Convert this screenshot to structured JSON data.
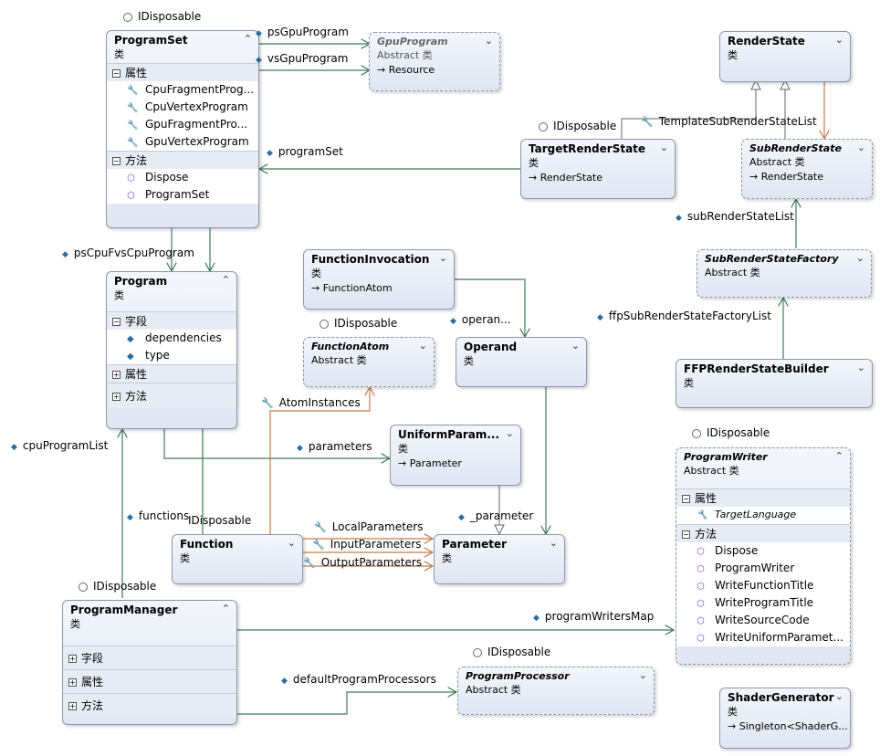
{
  "interface_label": "IDisposable",
  "classes": {
    "program_set": {
      "name": "ProgramSet",
      "stereotype": "类",
      "properties_header": "属性",
      "properties": [
        "CpuFragmentProg...",
        "CpuVertexProgram",
        "GpuFragmentPro...",
        "GpuVertexProgram"
      ],
      "methods_header": "方法",
      "methods": [
        "Dispose",
        "ProgramSet"
      ]
    },
    "gpu_program": {
      "name": "GpuProgram",
      "stereotype": "Abstract 类",
      "base": "Resource"
    },
    "render_state": {
      "name": "RenderState",
      "stereotype": "类"
    },
    "target_render_state": {
      "name": "TargetRenderState",
      "stereotype": "类",
      "base": "RenderState"
    },
    "sub_render_state": {
      "name": "SubRenderState",
      "stereotype": "Abstract 类",
      "base": "RenderState"
    },
    "sub_render_state_factory": {
      "name": "SubRenderStateFactory",
      "stereotype": "Abstract 类"
    },
    "ffp_render_state_builder": {
      "name": "FFPRenderStateBuilder",
      "stereotype": "类"
    },
    "program": {
      "name": "Program",
      "stereotype": "类",
      "fields_header": "字段",
      "fields": [
        "dependencies",
        "type"
      ],
      "properties_header": "属性",
      "methods_header": "方法"
    },
    "function_invocation": {
      "name": "FunctionInvocation",
      "stereotype": "类",
      "base": "FunctionAtom"
    },
    "function_atom": {
      "name": "FunctionAtom",
      "stereotype": "Abstract 类"
    },
    "operand": {
      "name": "Operand",
      "stereotype": "类"
    },
    "uniform_parameter": {
      "name": "UniformParam...",
      "stereotype": "类",
      "base": "Parameter"
    },
    "function": {
      "name": "Function",
      "stereotype": "类"
    },
    "parameter": {
      "name": "Parameter",
      "stereotype": "类"
    },
    "program_writer": {
      "name": "ProgramWriter",
      "stereotype": "Abstract 类",
      "properties_header": "属性",
      "properties": [
        "TargetLanguage"
      ],
      "methods_header": "方法",
      "methods": [
        "Dispose",
        "ProgramWriter",
        "WriteFunctionTitle",
        "WriteProgramTitle",
        "WriteSourceCode",
        "WriteUniformParamet..."
      ]
    },
    "program_manager": {
      "name": "ProgramManager",
      "stereotype": "类",
      "fields_header": "字段",
      "properties_header": "属性",
      "methods_header": "方法"
    },
    "program_processor": {
      "name": "ProgramProcessor",
      "stereotype": "Abstract 类"
    },
    "shader_generator": {
      "name": "ShaderGenerator",
      "stereotype": "类",
      "base": "Singleton<ShaderG..."
    }
  },
  "associations": {
    "ps_gpu_program": "psGpuProgram",
    "vs_gpu_program": "vsGpuProgram",
    "program_set": "programSet",
    "template_sub_render_state_list": "TemplateSubRenderStateList",
    "sub_render_state_list": "subRenderStateList",
    "ffp_sub_render_state_factory_list": "ffpSubRenderStateFactoryList",
    "ps_vs_cpu_program": "psCpuFvsCpuProgram",
    "operand": "operan...",
    "atom_instances": "AtomInstances",
    "parameters": "parameters",
    "cpu_program_list": "cpuProgramList",
    "functions": "functions",
    "local_parameters": "LocalParameters",
    "input_parameters": "InputParameters",
    "output_parameters": "OutputParameters",
    "parameter_field": "_parameter",
    "program_writers_map": "programWritersMap",
    "default_program_processors": "defaultProgramProcessors"
  }
}
